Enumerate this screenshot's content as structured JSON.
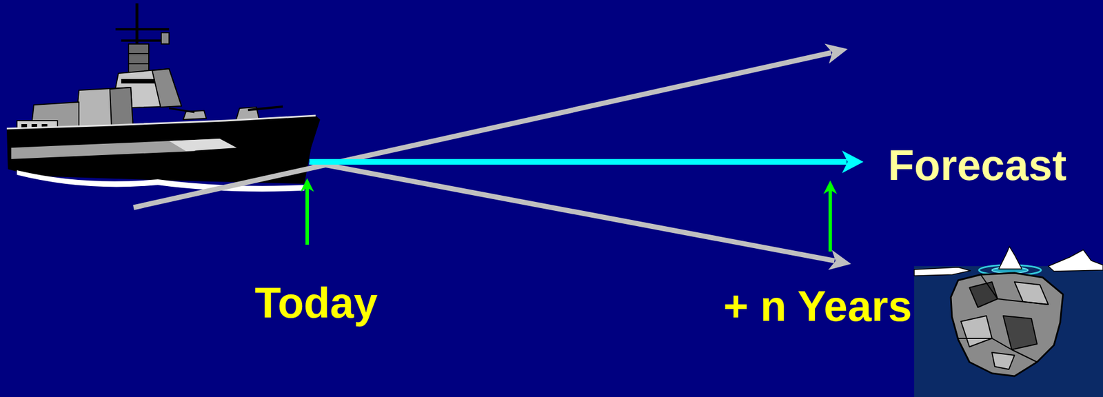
{
  "diagram": {
    "labels": [
      "Forecast",
      "Today",
      "+ n Years"
    ]
  }
}
